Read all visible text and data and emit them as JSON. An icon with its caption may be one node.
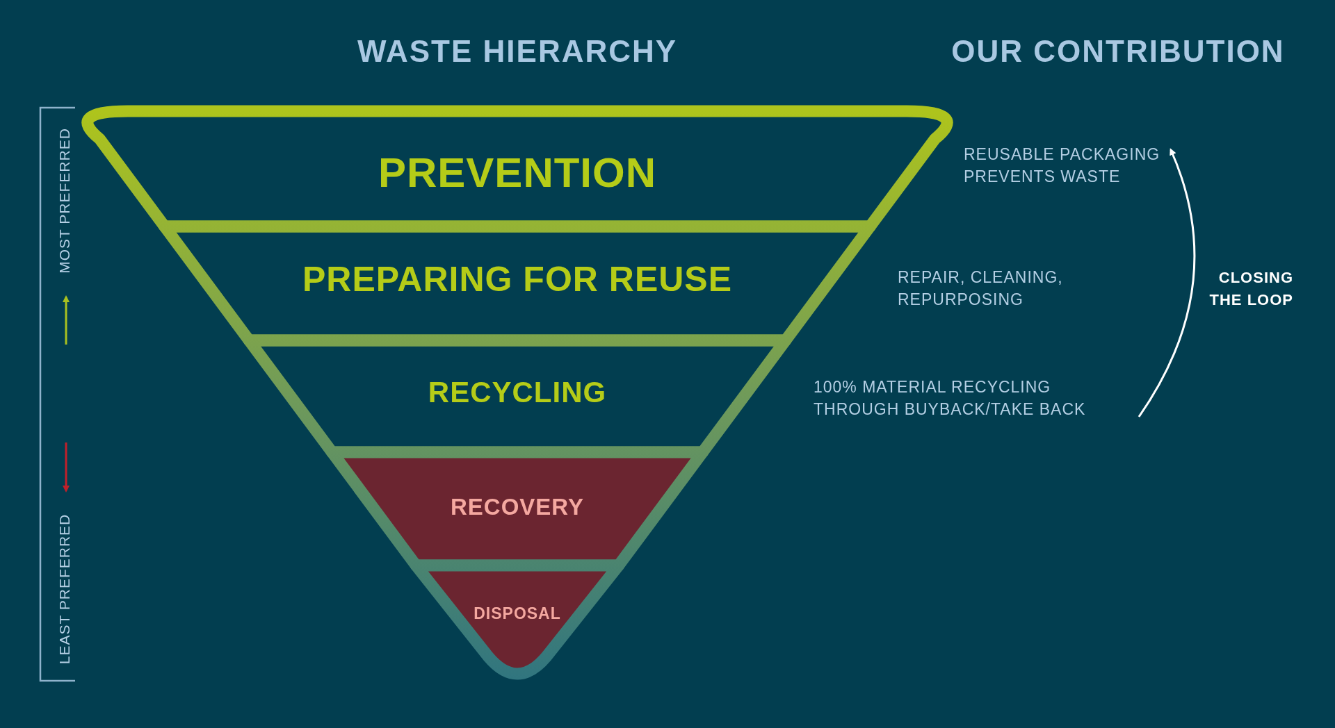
{
  "diagram": {
    "nodes": [
      {
        "text": [
          "PREVENTION"
        ],
        "beside": [
          "REUSABLE PACKAGING PREVENTS WASTE"
        ]
      },
      {
        "text": [
          "PREPARING FOR REUSE"
        ],
        "beside": [
          "REPAIR, CLEANING, REPURPOSING"
        ]
      },
      {
        "text": [
          "RECYCLING"
        ],
        "beside": [
          "100% MATERIAL RECYCLING THROUGH BUYBACK/TAKE BACK"
        ]
      },
      {
        "text": [
          "RECOVERY"
        ]
      },
      {
        "text": [
          "DISPOSAL"
        ]
      }
    ],
    "labels": [
      "WASTE HIERARCHY",
      "OUR CONTRIBUTION",
      "MOST PREFERRED",
      "CLOSING THE LOOP",
      "LEAST PREFERRED"
    ]
  }
}
